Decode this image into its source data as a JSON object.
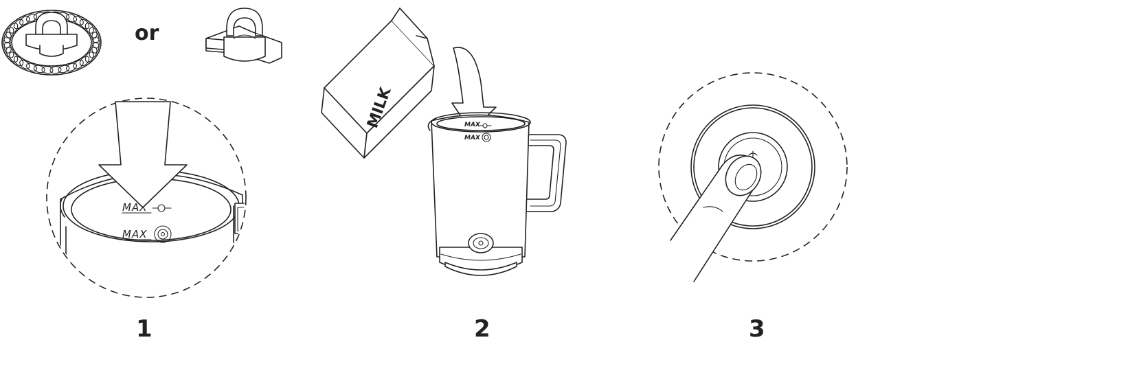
{
  "diagram": {
    "or_label": "or",
    "steps": [
      {
        "number": "1"
      },
      {
        "number": "2"
      },
      {
        "number": "3"
      }
    ],
    "max_label": "MAX",
    "carton_label": "MILK"
  }
}
